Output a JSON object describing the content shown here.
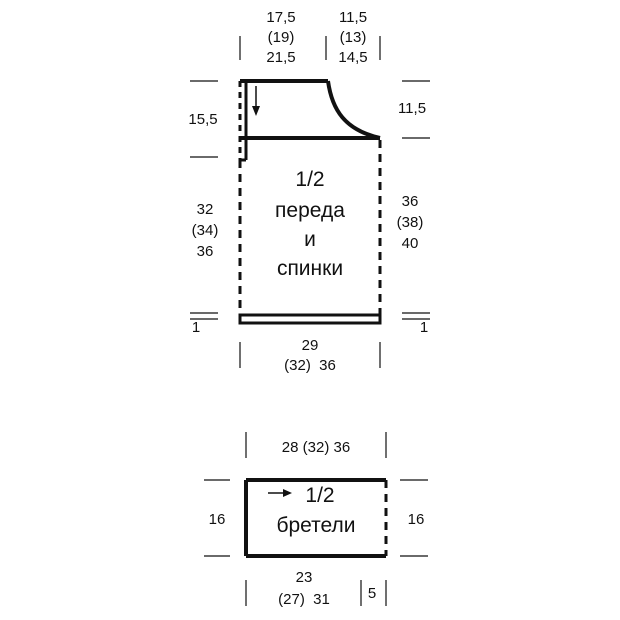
{
  "front_back": {
    "top_left_width": [
      "17,5",
      "(19)",
      "21,5"
    ],
    "top_right_width": [
      "11,5",
      "(13)",
      "14,5"
    ],
    "armhole_left_height": "15,5",
    "armhole_right_height": "11,5",
    "body_left_height": [
      "32",
      "(34)",
      "36"
    ],
    "body_right_height": [
      "36",
      "(38)",
      "40"
    ],
    "hem_left": "1",
    "hem_right": "1",
    "bottom_width": [
      "29",
      "(32)  36"
    ],
    "label": [
      "1/2",
      "переда",
      "и",
      "спинки"
    ]
  },
  "strap": {
    "top_width": "28 (32) 36",
    "left_height": "16",
    "right_height": "16",
    "bottom_width": [
      "23",
      "(27)  31"
    ],
    "bottom_extra": "5",
    "label": [
      "1/2",
      "бретели"
    ]
  }
}
